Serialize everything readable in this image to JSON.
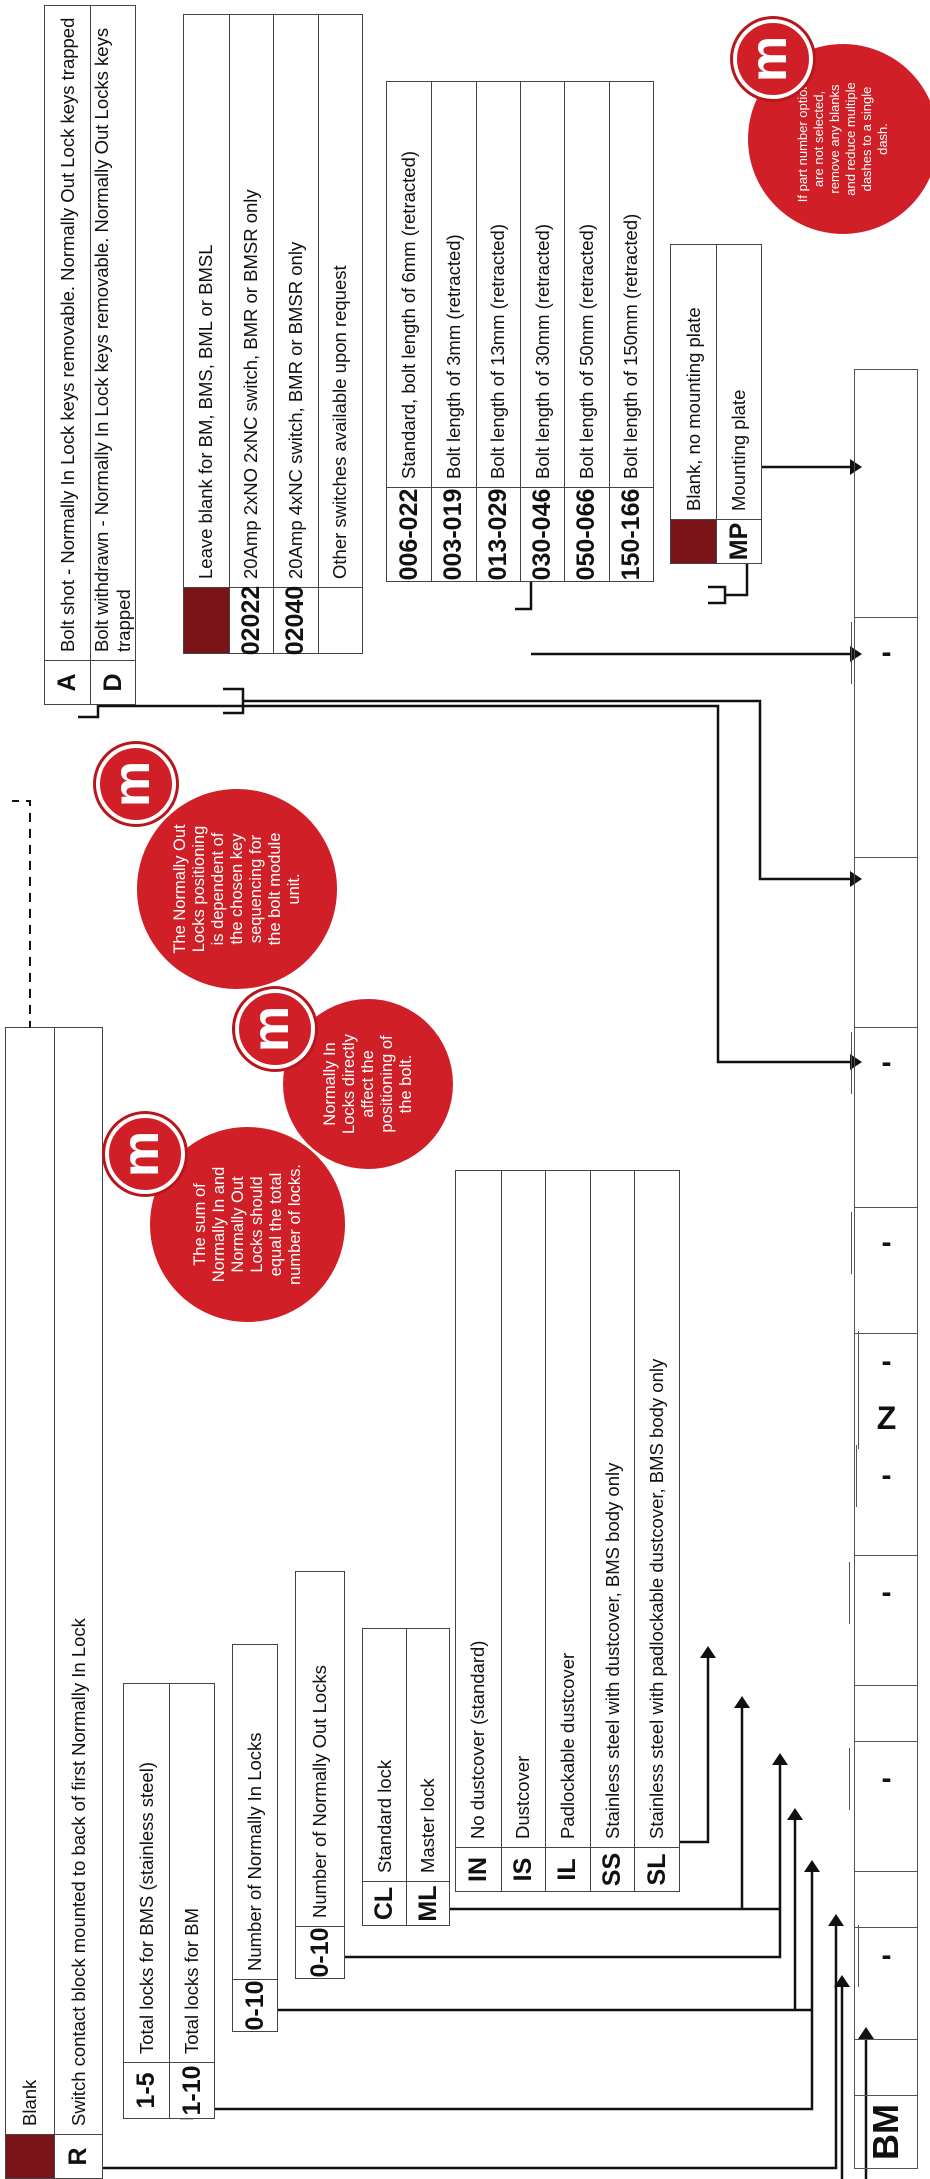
{
  "part_number": {
    "cells": [
      "BM",
      "",
      "",
      "-",
      "",
      "",
      "-",
      "",
      "",
      "-",
      "",
      "-",
      "Z",
      "-",
      "",
      "-",
      "",
      "-",
      "",
      "",
      "-",
      ""
    ]
  },
  "bolt_options": {
    "rows": [
      {
        "code": "A",
        "desc": "Bolt shot - Normally In Lock keys removable. Normally Out Lock keys trapped"
      },
      {
        "code": "D",
        "desc": "Bolt withdrawn - Normally In Lock keys removable. Normally Out Locks keys trapped"
      }
    ]
  },
  "switch_options": {
    "rows": [
      {
        "code": "",
        "desc": "Leave blank for BM, BMS, BML or BMSL"
      },
      {
        "code": "02022",
        "desc": "20Amp 2xNO 2xNC switch, BMR or BMSR only"
      },
      {
        "code": "02040",
        "desc": "20Amp 4xNC switch, BMR or BMSR only"
      },
      {
        "code": "",
        "desc": "Other switches available upon request"
      }
    ]
  },
  "bolt_length_options": {
    "rows": [
      {
        "code": "006-022",
        "desc": "Standard, bolt length of 6mm (retracted)"
      },
      {
        "code": "003-019",
        "desc": "Bolt length of 3mm (retracted)"
      },
      {
        "code": "013-029",
        "desc": "Bolt length of 13mm (retracted)"
      },
      {
        "code": "030-046",
        "desc": "Bolt length of 30mm (retracted)"
      },
      {
        "code": "050-066",
        "desc": "Bolt length of 50mm (retracted)"
      },
      {
        "code": "150-166",
        "desc": "Bolt length of 150mm (retracted)"
      }
    ]
  },
  "plate_options": {
    "rows": [
      {
        "code": "",
        "desc": "Blank, no mounting plate"
      },
      {
        "code": "MP",
        "desc": "Mounting plate"
      }
    ]
  },
  "contact_block_options": {
    "rows": [
      {
        "code": "",
        "desc": "Blank"
      },
      {
        "code": "R",
        "desc": "Switch contact block mounted to back of first Normally In Lock"
      }
    ]
  },
  "total_locks_options": {
    "rows": [
      {
        "code": "1-5",
        "desc": "Total locks for BMS (stainless steel)"
      },
      {
        "code": "1-10",
        "desc": "Total locks for BM"
      }
    ]
  },
  "normally_in_options": {
    "rows": [
      {
        "code": "0-10",
        "desc": "Number of Normally In Locks"
      }
    ]
  },
  "normally_out_options": {
    "rows": [
      {
        "code": "0-10",
        "desc": "Number of Normally Out Locks"
      }
    ]
  },
  "lock_type_options": {
    "rows": [
      {
        "code": "CL",
        "desc": "Standard lock"
      },
      {
        "code": "ML",
        "desc": "Master lock"
      }
    ]
  },
  "dustcover_options": {
    "rows": [
      {
        "code": "IN",
        "desc": "No dustcover (standard)"
      },
      {
        "code": "IS",
        "desc": "Dustcover"
      },
      {
        "code": "IL",
        "desc": "Padlockable dustcover"
      },
      {
        "code": "SS",
        "desc": "Stainless steel with dustcover, BMS body only"
      },
      {
        "code": "SL",
        "desc": "Stainless steel with padlockable dustcover, BMS body only"
      }
    ]
  },
  "notes": {
    "blanks": "If part number options are not selected, remove any blanks and reduce multiple dashes to a single dash.",
    "normally_out": "The Normally Out Locks positioning is dependent of the chosen key sequencing for the bolt module unit.",
    "normally_in": "Normally In Locks directly affect the positioning of the bolt.",
    "sum": "The sum of Normally In and Normally Out Locks should equal the total number of locks.",
    "logo_letter": "m"
  },
  "colors": {
    "accent_dark": "#7a1418",
    "badge_red": "#d01f26",
    "line": "#111111"
  }
}
